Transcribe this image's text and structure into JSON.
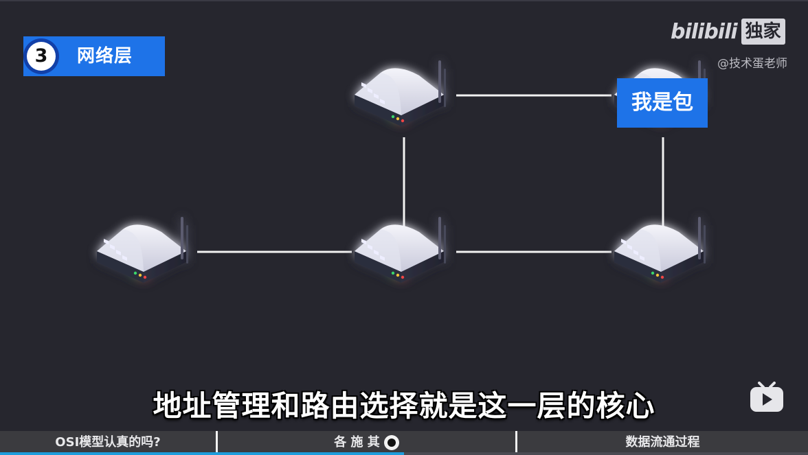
{
  "section": {
    "number": "3",
    "title": "网络层"
  },
  "watermark": {
    "logo": "bilibili",
    "tag": "独家",
    "author": "@技术蛋老师"
  },
  "packet_label": "我是包",
  "subtitle": "地址管理和路由选择就是这一层的核心",
  "chapters": [
    {
      "label": "OSI模型认真的吗?"
    },
    {
      "label": "各 施 其"
    },
    {
      "label": "数据流通过程"
    }
  ],
  "progress_fraction": 0.5,
  "colors": {
    "accent": "#1e73e8",
    "background": "#26262e",
    "chapter_bar": "#3b3b3f"
  },
  "icons": [
    "router-icon",
    "tv-icon",
    "playhead-icon"
  ]
}
